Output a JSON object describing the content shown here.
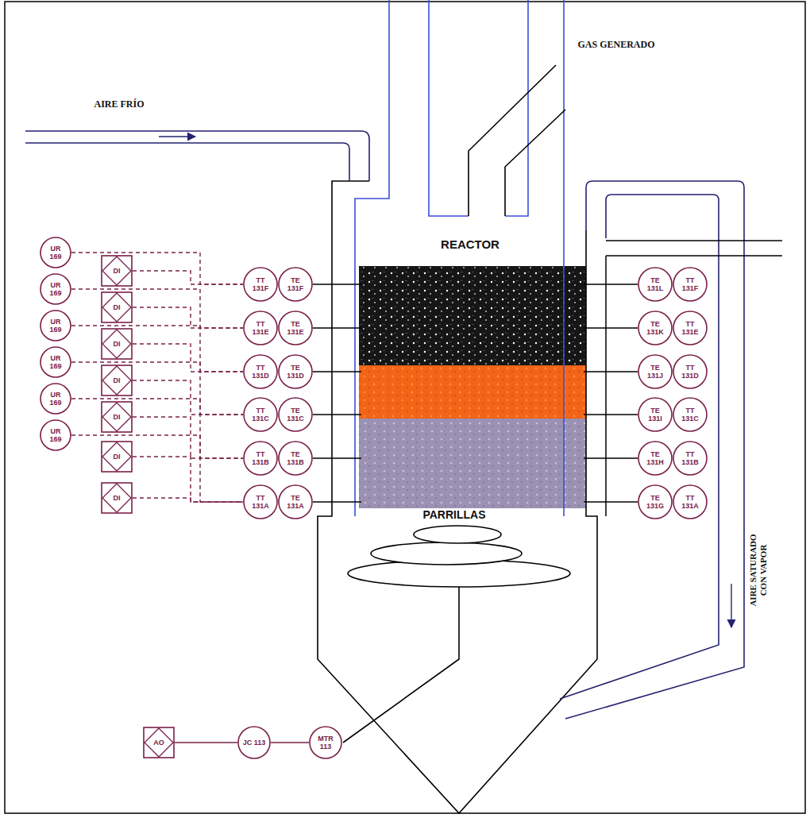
{
  "diagram": {
    "nodes": [
      {
        "text": [
          "UR 169"
        ]
      },
      {
        "text": [
          "UR 169"
        ]
      },
      {
        "text": [
          "UR 169"
        ]
      },
      {
        "text": [
          "UR 169"
        ]
      },
      {
        "text": [
          "UR 169"
        ]
      },
      {
        "text": [
          "UR 169"
        ]
      },
      {
        "text": [
          "DI"
        ]
      },
      {
        "text": [
          "DI"
        ]
      },
      {
        "text": [
          "DI"
        ]
      },
      {
        "text": [
          "DI"
        ]
      },
      {
        "text": [
          "DI"
        ]
      },
      {
        "text": [
          "DI"
        ]
      },
      {
        "text": [
          "DI"
        ]
      },
      {
        "text": [
          "TT 131F"
        ]
      },
      {
        "text": [
          "TE 131F"
        ]
      },
      {
        "text": [
          "TT 131E"
        ]
      },
      {
        "text": [
          "TE 131E"
        ]
      },
      {
        "text": [
          "TT 131D"
        ]
      },
      {
        "text": [
          "TE 131D"
        ]
      },
      {
        "text": [
          "TT 131C"
        ]
      },
      {
        "text": [
          "TE 131C"
        ]
      },
      {
        "text": [
          "TT 131B"
        ]
      },
      {
        "text": [
          "TE 131B"
        ]
      },
      {
        "text": [
          "TT 131A"
        ]
      },
      {
        "text": [
          "TE 131A"
        ]
      },
      {
        "text": [
          "TE 131L"
        ]
      },
      {
        "text": [
          "TT 131F"
        ]
      },
      {
        "text": [
          "TE 131K"
        ]
      },
      {
        "text": [
          "TT 131E"
        ]
      },
      {
        "text": [
          "TE 131J"
        ]
      },
      {
        "text": [
          "TT 131D"
        ]
      },
      {
        "text": [
          "TE 131I"
        ]
      },
      {
        "text": [
          "TT 131C"
        ]
      },
      {
        "text": [
          "TE 131H"
        ]
      },
      {
        "text": [
          "TT 131B"
        ]
      },
      {
        "text": [
          "TE 131G"
        ]
      },
      {
        "text": [
          "TT 131A"
        ]
      },
      {
        "text": [
          "AO"
        ]
      },
      {
        "text": [
          "JC 113"
        ]
      },
      {
        "text": [
          "MTR 113"
        ]
      }
    ],
    "edges": [
      {
        "from": 0,
        "to": 13,
        "arrow": "none"
      },
      {
        "from": 1,
        "to": 15,
        "arrow": "none"
      },
      {
        "from": 2,
        "to": 17,
        "arrow": "none"
      },
      {
        "from": 3,
        "to": 19,
        "arrow": "none"
      },
      {
        "from": 4,
        "to": 21,
        "arrow": "none"
      },
      {
        "from": 5,
        "to": 23,
        "arrow": "none"
      },
      {
        "from": 6,
        "to": 13,
        "arrow": "none"
      },
      {
        "from": 7,
        "to": 15,
        "arrow": "none"
      },
      {
        "from": 8,
        "to": 17,
        "arrow": "none"
      },
      {
        "from": 9,
        "to": 19,
        "arrow": "none"
      },
      {
        "from": 10,
        "to": 21,
        "arrow": "none"
      },
      {
        "from": 11,
        "to": 23,
        "arrow": "none"
      },
      {
        "from": 12,
        "to": 23,
        "arrow": "none"
      },
      {
        "from": 37,
        "to": 38,
        "arrow": "none"
      },
      {
        "from": 38,
        "to": 39,
        "arrow": "none"
      }
    ],
    "labels": [
      "AIRE FRÍO",
      "GAS GENERADO",
      "REACTOR",
      "PARRILLAS",
      "AIRE SATURADO CON VAPOR"
    ]
  }
}
